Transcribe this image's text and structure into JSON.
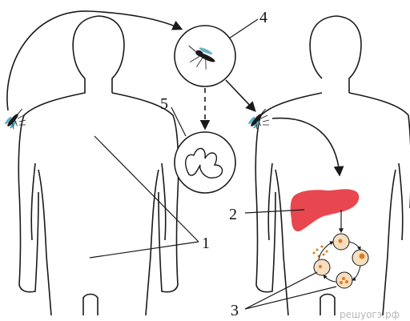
{
  "callouts": {
    "label_1": "1",
    "label_2": "2",
    "label_3": "3",
    "label_4": "4",
    "label_5": "5"
  },
  "watermark": "решуогэ.рф",
  "colors": {
    "outline": "#1a1a1a",
    "liver": "#e8474f",
    "cell_fill": "#f6dfc0",
    "parasite": "#e07a22",
    "mosquito_wing": "#4aa7c4"
  },
  "icons": {
    "mosquito": "mosquito-icon",
    "liver": "liver-icon",
    "merozoites": "merozoite-cluster"
  }
}
